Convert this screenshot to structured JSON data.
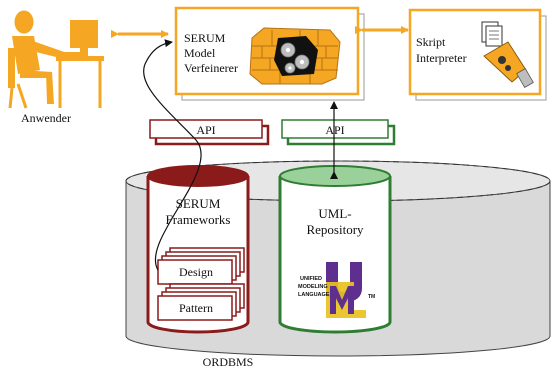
{
  "user": {
    "label": "Anwender"
  },
  "refiner": {
    "line1": "SERUM",
    "line2": "Model",
    "line3": "Verfeinerer"
  },
  "script": {
    "line1": "Skript",
    "line2": "Interpreter"
  },
  "api_left": {
    "label": "API"
  },
  "api_right": {
    "label": "API"
  },
  "frameworks": {
    "line1": "SERUM",
    "line2": "Frameworks"
  },
  "design": {
    "label": "Design"
  },
  "pattern": {
    "label": "Pattern"
  },
  "repository": {
    "line1": "UML-",
    "line2": "Repository"
  },
  "uml_logo": {
    "word1": "UNIFIED",
    "word2": "MODELING",
    "word3": "LANGUAGE",
    "tm": "TM"
  },
  "database": {
    "label": "ORDBMS"
  },
  "colors": {
    "orange": "#f5a623",
    "darkred": "#8b1a1a",
    "green": "#2e7d32",
    "lightgreen": "#9ad19a",
    "purple": "#5e2f8f",
    "gold": "#e8c21e"
  }
}
